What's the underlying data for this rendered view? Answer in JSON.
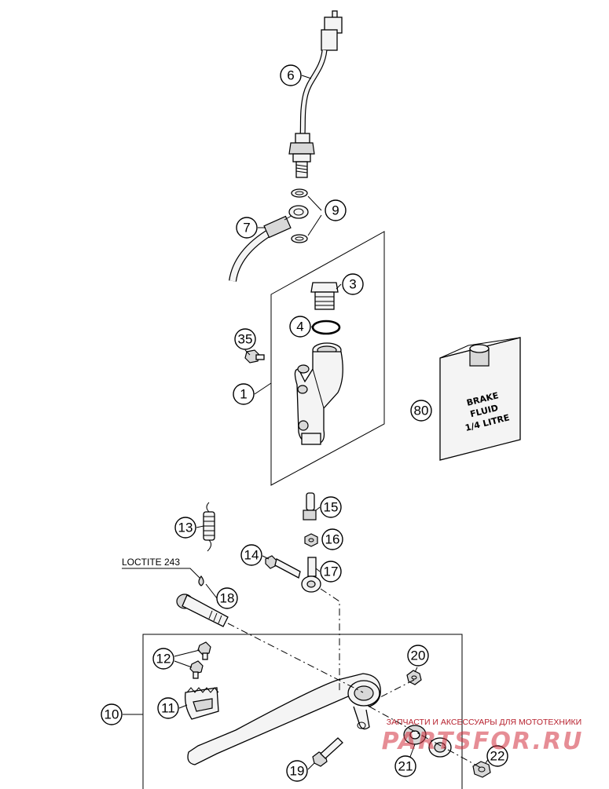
{
  "callouts": {
    "c1": "1",
    "c3": "3",
    "c4": "4",
    "c6": "6",
    "c7": "7",
    "c9": "9",
    "c10": "10",
    "c11": "11",
    "c12": "12",
    "c13": "13",
    "c14": "14",
    "c15": "15",
    "c16": "16",
    "c17": "17",
    "c18": "18",
    "c19": "19",
    "c20": "20",
    "c21": "21",
    "c22": "22",
    "c35": "35",
    "c80": "80"
  },
  "annotations": {
    "loctite": "LOCTITE 243"
  },
  "bottle": {
    "line1": "BRAKE",
    "line2": "FLUID",
    "line3": "1/4 LITRE"
  },
  "watermark": {
    "tagline": "ЗАПЧАСТИ И АКСЕССУАРЫ ДЛЯ МОТОТЕХНИКИ",
    "brand": "PARTSFOR.RU"
  }
}
